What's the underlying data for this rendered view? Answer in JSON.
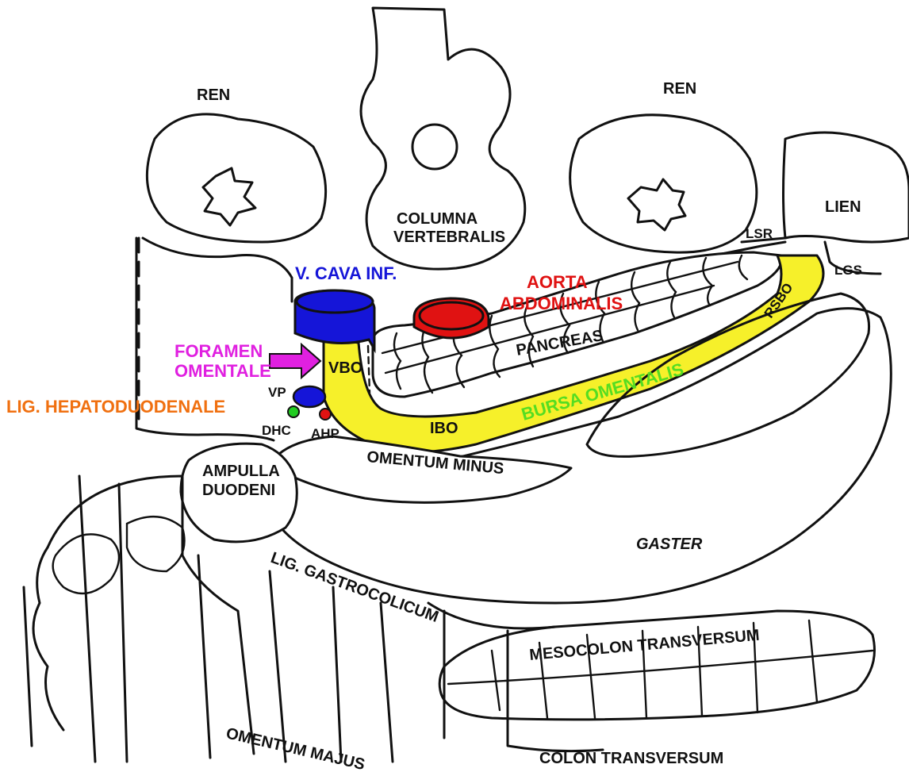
{
  "colors": {
    "vena_cava": "#1515d8",
    "aorta": "#e01212",
    "bursa": "#f6f02a",
    "foramen": "#e020e0",
    "ligament": "#f07010",
    "bursa_label": "#55dd22",
    "dhc": "#22cc22",
    "outline": "#111111"
  },
  "labels": {
    "ren_left": "REN",
    "ren_right": "REN",
    "columna_1": "COLUMNA",
    "columna_2": "VERTEBRALIS",
    "lien": "LIEN",
    "lsr": "LSR",
    "lgs": "LGS",
    "vcava": "V. CAVA INF.",
    "aorta_1": "AORTA",
    "aorta_2": "ABDOMINALIS",
    "foramen_1": "FORAMEN",
    "foramen_2": "OMENTALE",
    "lig_hepatoduodenale": "LIG. HEPATODUODENALE",
    "vp": "VP",
    "dhc": "DHC",
    "ahp": "AHP",
    "vbo": "VBO",
    "ibo": "IBO",
    "rsbo": "RSBO",
    "pancreas": "PANCREAS",
    "bursa_omentalis": "BURSA OMENTALIS",
    "omentum_minus": "OMENTUM MINUS",
    "ampulla_1": "AMPULLA",
    "ampulla_2": "DUODENI",
    "gaster": "GASTER",
    "lig_gastrocolicum": "LIG. GASTROCOLICUM",
    "mesocolon": "MESOCOLON TRANSVERSUM",
    "omentum_majus": "OMENTUM MAJUS",
    "colon_transversum": "COLON TRANSVERSUM"
  },
  "icons": [
    "arrow-right-icon"
  ]
}
